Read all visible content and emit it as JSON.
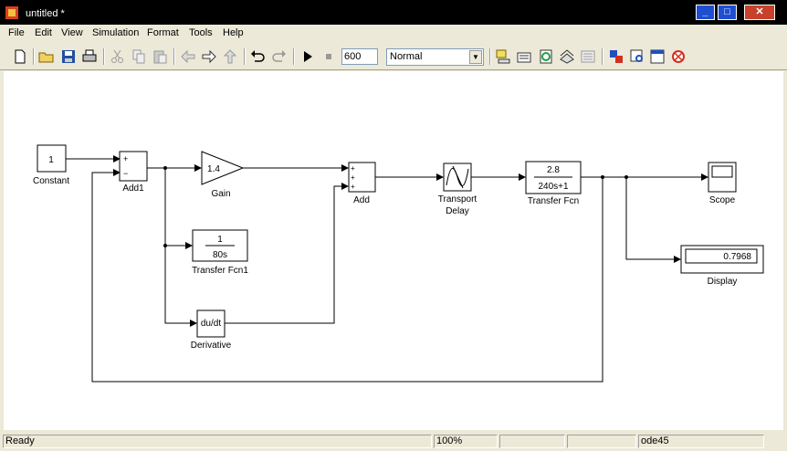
{
  "window": {
    "title": "untitled *"
  },
  "menu": [
    "File",
    "Edit",
    "View",
    "Simulation",
    "Format",
    "Tools",
    "Help"
  ],
  "toolbar": {
    "stop_time": "600",
    "sim_mode": "Normal"
  },
  "blocks": {
    "constant": {
      "value": "1",
      "label": "Constant"
    },
    "add1": {
      "label": "Add1",
      "sign_plus": "+",
      "sign_minus": "−"
    },
    "gain": {
      "value": "1.4",
      "label": "Gain"
    },
    "tf1": {
      "num": "1",
      "den": "80s",
      "label": "Transfer Fcn1"
    },
    "derivative": {
      "text": "du/dt",
      "label": "Derivative"
    },
    "add": {
      "label": "Add",
      "signs": [
        "+",
        "+",
        "+"
      ]
    },
    "delay": {
      "label_line1": "Transport",
      "label_line2": "Delay"
    },
    "tf": {
      "num": "2.8",
      "den": "240s+1",
      "label": "Transfer Fcn"
    },
    "scope": {
      "label": "Scope"
    },
    "display": {
      "value": "0.7968",
      "label": "Display"
    }
  },
  "status": {
    "ready": "Ready",
    "zoom": "100%",
    "solver": "ode45"
  }
}
